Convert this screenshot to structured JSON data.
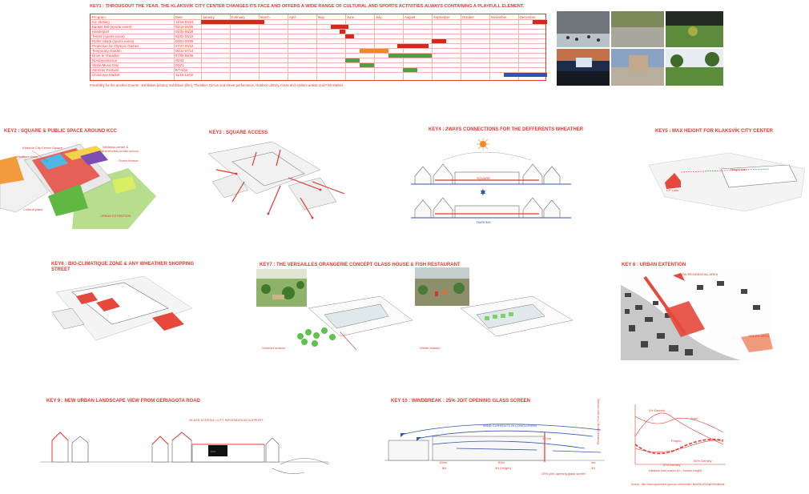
{
  "key1": {
    "title": "KEY1 : THROUGOUT THE YEAR, THE KLAKSVÍK CITY CENTER CHANGES ITS FACE AND OFFERS A WIDE RANGE OF CULTURAL AND SPORTS ACTIVITIES ALWAYS CONTAINING A PLAYFULL ELEMENT.",
    "col_program": "Program",
    "col_date": "Date",
    "months": [
      "January",
      "February",
      "March",
      "April",
      "May",
      "June",
      "July",
      "August",
      "September",
      "October",
      "November",
      "December"
    ],
    "rows": [
      {
        "name": "Ice Skating",
        "date": "12/15-03/04",
        "color": "#d9261c",
        "spans": [
          [
            0,
            2.2
          ],
          [
            11.5,
            12
          ]
        ]
      },
      {
        "name": "Basket ball (sports event)",
        "date": "05/15-06/05",
        "color": "#d9261c",
        "spans": [
          [
            4.5,
            5.1
          ]
        ]
      },
      {
        "name": "Handisport",
        "date": "05/25-05/28",
        "color": "#d9261c",
        "spans": [
          [
            4.8,
            5.0
          ]
        ]
      },
      {
        "name": "Tennis (sports event)",
        "date": "06/02-06/10",
        "color": "#d9261c",
        "spans": [
          [
            5.0,
            5.3
          ]
        ]
      },
      {
        "name": "Roller-Skate (sports event)",
        "date": "08/01-08/05",
        "color": "#d9261c",
        "spans": [
          [
            8.0,
            8.5
          ]
        ]
      },
      {
        "name": "Projection for Olympic Games",
        "date": "07/27-08/12",
        "color": "#d9261c",
        "spans": [
          [
            6.8,
            7.9
          ]
        ]
      },
      {
        "name": "Temporary Garden",
        "date": "06/13-07/14",
        "color": "#f08a1c",
        "spans": [
          [
            5.5,
            6.5
          ]
        ]
      },
      {
        "name": "Drive-In Theather",
        "date": "07/05-08/05",
        "color": "#4aa342",
        "spans": [
          [
            6.5,
            8.0
          ]
        ]
      },
      {
        "name": "Nordoyarstevna",
        "date": "06/02",
        "color": "#4aa342",
        "spans": [
          [
            5.0,
            5.5
          ]
        ]
      },
      {
        "name": "World Music Day",
        "date": "06/21",
        "color": "#4aa342",
        "spans": [
          [
            5.5,
            6.0
          ]
        ]
      },
      {
        "name": "Summer Festival",
        "date": "8/7-8/10",
        "color": "#4aa342",
        "spans": [
          [
            7.0,
            7.5
          ]
        ]
      },
      {
        "name": "Christmas Market",
        "date": "11/15-12/02",
        "color": "#2f54b8",
        "spans": [
          [
            10.5,
            12
          ]
        ]
      }
    ],
    "note": "Possibility for the another Events : Exhibition (photo), Exhibition (film), Theather, Circus and Street perfomance, Outdoor Library, Class and Ateliers artistic and Fish Market"
  },
  "key2": {
    "title": "KEY2 : SQUARE & PUBLIC SPACE AROUND KCC",
    "labels": [
      "Klaksvík City Center Square",
      "Windows doors",
      "Cultural place",
      "Wellness center & Drivehotels house school",
      "Green terrace",
      "URBAN EXTENTION"
    ]
  },
  "key3": {
    "title": "KEY3 : SQUARE ACCESS"
  },
  "key4": {
    "title": "KEY4 : 2WAYS CONNECTIONS FOR THE DEFFERENTS WHEATHER",
    "labels": [
      "SQUARE",
      "PARKING"
    ]
  },
  "key5": {
    "title": "KEY5 : MAX HEIGHT FOR KLAKSVÍK CITY CENTER",
    "labels": [
      "Height max",
      "CP Lorie"
    ]
  },
  "key6": {
    "title": "KEY6 : BIO-CLIMATIQUE ZONE & ANY WHEATHER SHOPPING STREET"
  },
  "key7": {
    "title": "KEY7 : THE VERSAILLES ORANGERIE CONCEPT GLASS HOUSE & FISH RESTAURANT",
    "summer": "Summer season",
    "winter": "Winter season"
  },
  "key8": {
    "title": "KEY 8 : URBAN EXTENTION",
    "labels": [
      "NEW RESIDENTIAL AREA",
      "GREEN AREA"
    ]
  },
  "key9": {
    "title": "KEY 9 : NEW URBAN LANDSCAPE VIEW FROM GERIAGOTA ROAD",
    "label": "GLASS SCREEN / CITY INFORMATION SUPPORT"
  },
  "key10": {
    "title": "KEY 10 : WINDBREAK : 25% JOIT OPENING GLASS SCREEN",
    "labels": [
      "WIND CURRENTS IN CONCLUSION",
      "25% joint opening glass screen",
      "100m",
      "50m",
      "4m",
      "12.5m",
      "8H",
      "4H (height)",
      "4H"
    ]
  },
  "wind_chart": {
    "ylabel": "Elements velocity (% of open velocity)",
    "xlabel": "Distance from screen (H = Screen height)",
    "series": [
      "0% Density",
      "Solid",
      "Project",
      "50% Density",
      "12% Density"
    ],
    "source": "Source : http://www.agricultures.gouv.qc.ca/fr/media/1 files/PAGE1/Agri/Windbreak"
  },
  "colors": {
    "accent": "#e03a2e",
    "green": "#4aa342",
    "blue": "#2f54b8",
    "orange": "#f08a1c"
  }
}
